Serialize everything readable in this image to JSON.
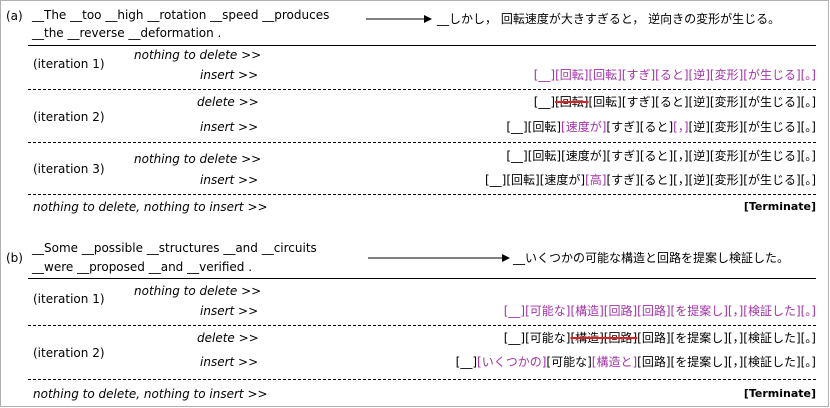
{
  "panel_a": {
    "tag": "(a)",
    "source_line1": "__The __too __high __rotation __speed __produces",
    "source_line2": "__the __reverse __deformation .",
    "target": "__しかし， 回転速度が大きすぎると， 逆向きの変形が生じる。",
    "iter1_label": "(iteration 1)",
    "iter1_delete": "nothing to delete >>",
    "iter1_insert_op": "insert >>",
    "iter1_insert_seq": "[__][回転][回転][すぎ][ると][逆][変形][が生じる][。]",
    "iter2_label": "(iteration 2)",
    "iter2_delete_op": "delete >>",
    "iter2_delete_seq_pre": "[__]",
    "iter2_delete_seq_struck": "[回転]",
    "iter2_delete_seq_post": "[回転][すぎ][ると][逆][変形][が生じる][。]",
    "iter2_insert_op": "insert >>",
    "iter2_ins_p1": "[__][回転]",
    "iter2_ins_h1": "[速度が]",
    "iter2_ins_p2": "[すぎ][ると]",
    "iter2_ins_h2": "[，]",
    "iter2_ins_p3": "[逆][変形][が生じる][。]",
    "iter3_label": "(iteration 3)",
    "iter3_delete": "nothing to delete >>",
    "iter3_delete_seq": "[__][回転][速度が][すぎ][ると][，][逆][変形][が生じる][。]",
    "iter3_insert_op": "insert >>",
    "iter3_ins_p1": "[__][回転][速度が]",
    "iter3_ins_h1": "[高]",
    "iter3_ins_p2": "[すぎ][ると][，][逆][変形][が生じる][。]",
    "final": "nothing to delete, nothing to insert >>",
    "terminate": "[Terminate]"
  },
  "panel_b": {
    "tag": "(b)",
    "source_line1": "__Some __possible __structures __and __circuits",
    "source_line2": "__were __proposed __and __verified .",
    "target": "__いくつかの可能な構造と回路を提案し検証した。",
    "iter1_label": "(iteration 1)",
    "iter1_delete": "nothing to delete >>",
    "iter1_insert_op": "insert >>",
    "iter1_insert_seq": "[__][可能な][構造][回路][回路][を提案し][，][検証した][。]",
    "iter2_label": "(iteration 2)",
    "iter2_delete_op": "delete >>",
    "iter2_del_pre": "[__][可能な]",
    "iter2_del_struck": "[構造][回路]",
    "iter2_del_post": "[回路][を提案し][，][検証した][。]",
    "iter2_insert_op": "insert >>",
    "iter2_ins_p1": "[__]",
    "iter2_ins_h1": "[いくつかの]",
    "iter2_ins_p2": "[可能な]",
    "iter2_ins_h2": "[構造と]",
    "iter2_ins_p3": "[回路][を提案し][，][検証した][。]",
    "final": "nothing to delete, nothing to insert >>",
    "terminate": "[Terminate]"
  }
}
